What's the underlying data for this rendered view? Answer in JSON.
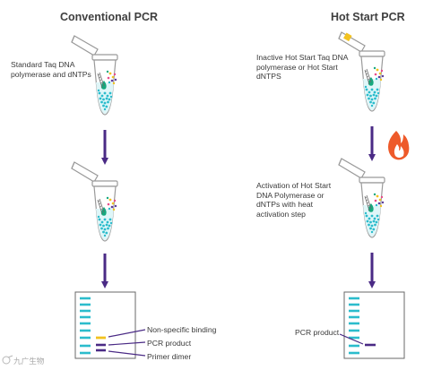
{
  "conventional": {
    "title": "Conventional PCR",
    "step1_label": [
      "Standard Taq DNA",
      "polymerase and dNTPs"
    ],
    "gel_labels": {
      "nonspecific": "Non-specific binding",
      "pcr_product": "PCR product",
      "primer_dimer": "Primer dimer"
    }
  },
  "hotstart": {
    "title": "Hot Start PCR",
    "step1_label": [
      "Inactive Hot Start Taq DNA",
      "polymerase or Hot Start",
      "dNTPS"
    ],
    "step2_label": [
      "Activation of Hot Start",
      "DNA Polymerase or",
      "dNTPs with heat",
      "activation step"
    ],
    "gel_labels": {
      "pcr_product": "PCR product"
    }
  },
  "watermark": "九广生物",
  "colors": {
    "arrow": "#4a2a85",
    "ladder": "#2bbccc",
    "pcr_band": "#4a2a85",
    "nonspecific_band": "#f2c220",
    "flame": "#ee5a2a",
    "tube_outline": "#9a9a9a"
  },
  "icons": [
    "pcr-tube-icon",
    "flame-icon",
    "gel-icon",
    "down-arrow-icon"
  ]
}
